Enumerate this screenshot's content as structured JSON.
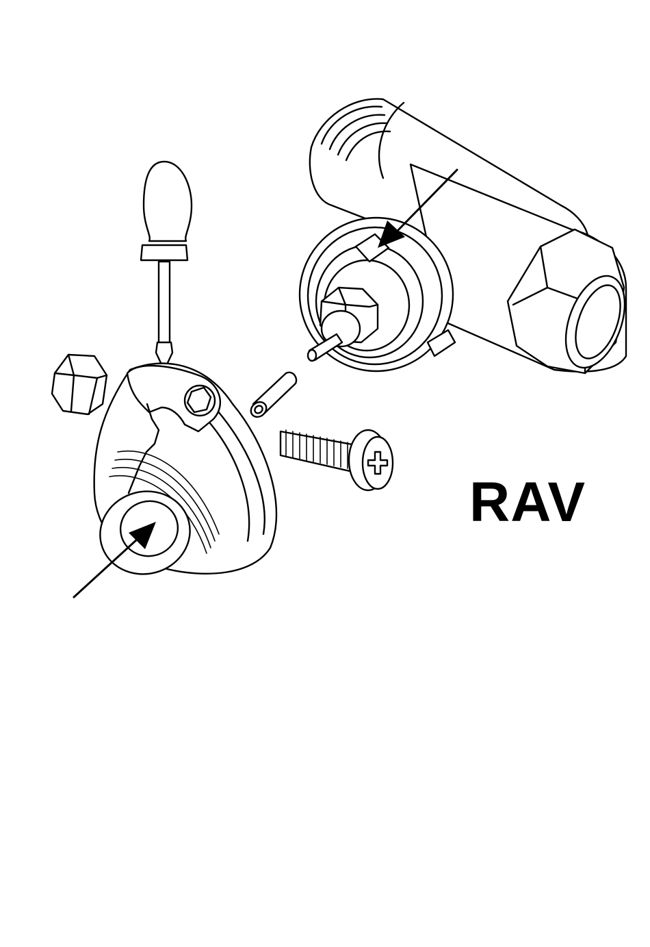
{
  "label": "RAV",
  "colors": {
    "line": "#000000",
    "background": "#ffffff"
  },
  "parts": [
    {
      "name": "screwdriver",
      "icon": "screwdriver-icon"
    },
    {
      "name": "hex-nut",
      "icon": "hex-nut-icon"
    },
    {
      "name": "adapter-ring",
      "icon": "adapter-ring-icon"
    },
    {
      "name": "pin",
      "icon": "pin-icon"
    },
    {
      "name": "screw",
      "icon": "screw-icon"
    },
    {
      "name": "valve-body",
      "icon": "valve-body-icon"
    }
  ]
}
